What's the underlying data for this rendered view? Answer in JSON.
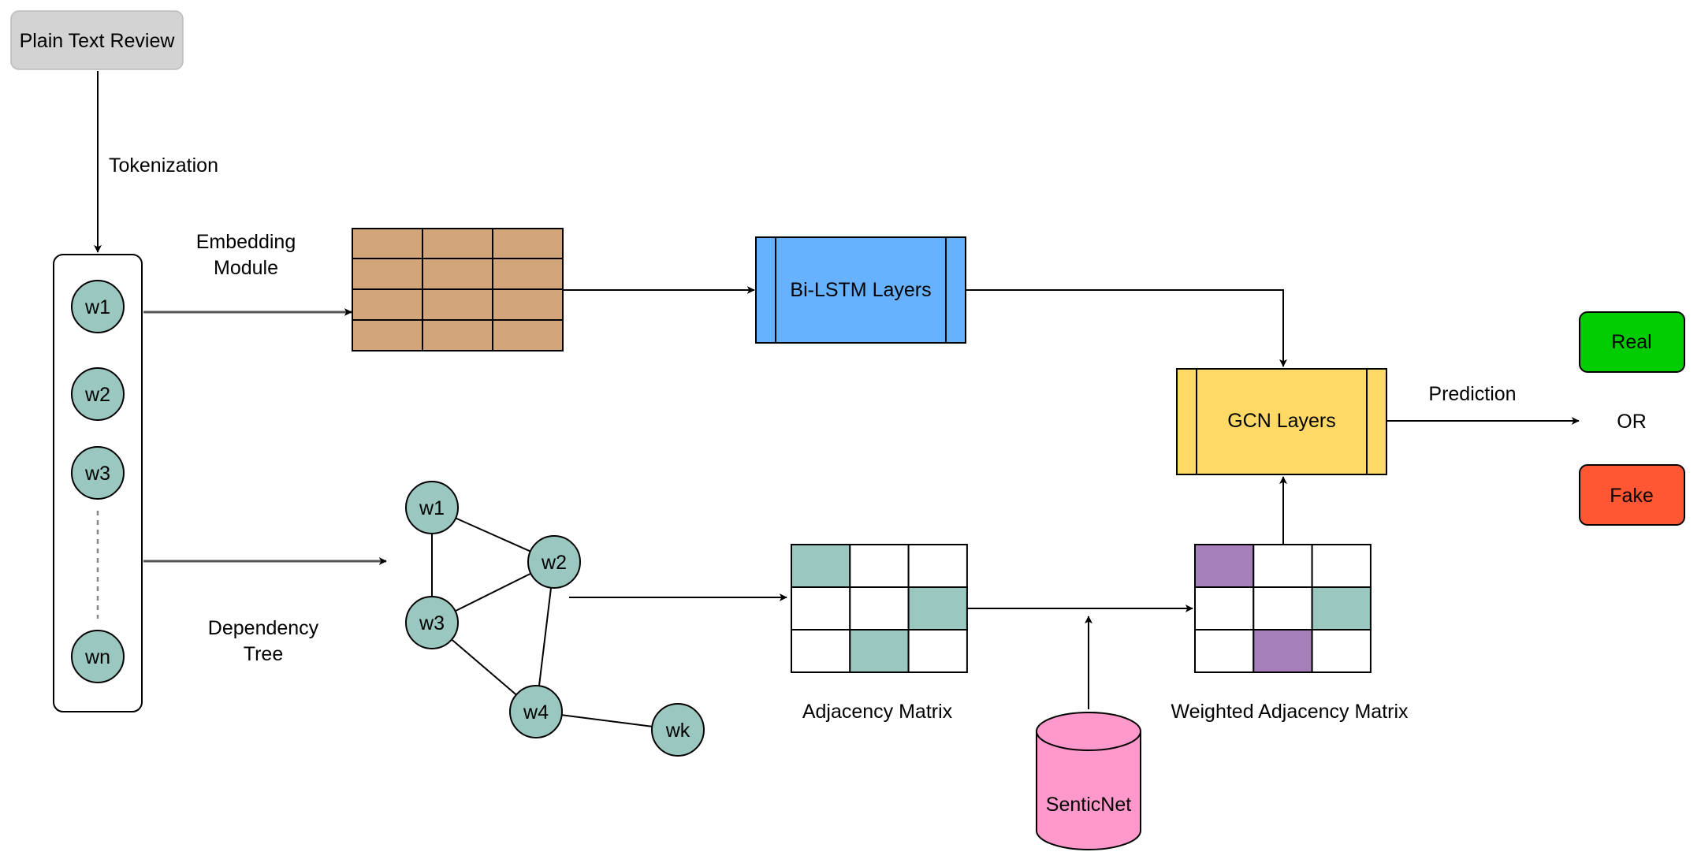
{
  "nodes": {
    "input": "Plain Text Review",
    "tokenization": "Tokenization",
    "embedding_label": [
      "Embedding",
      "Module"
    ],
    "dependency_label": [
      "Dependency",
      "Tree"
    ],
    "bilstm": "Bi-LSTM Layers",
    "gcn": "GCN Layers",
    "adjacency": "Adjacency Matrix",
    "weighted_adjacency": "Weighted Adjacency Matrix",
    "senticnet": "SenticNet",
    "prediction": "Prediction",
    "or": "OR",
    "real": "Real",
    "fake": "Fake"
  },
  "tokens": [
    "w1",
    "w2",
    "w3",
    "wn"
  ],
  "tree_nodes": [
    "w1",
    "w2",
    "w3",
    "w4",
    "wk"
  ],
  "tree_edges": [
    [
      "w1",
      "w2"
    ],
    [
      "w1",
      "w3"
    ],
    [
      "w3",
      "w2"
    ],
    [
      "w2",
      "w4"
    ],
    [
      "w3",
      "w4"
    ],
    [
      "w4",
      "wk"
    ]
  ],
  "adjacency_matrix": [
    [
      "teal",
      "white",
      "white"
    ],
    [
      "white",
      "white",
      "teal"
    ],
    [
      "white",
      "teal",
      "white"
    ]
  ],
  "weighted_adjacency_matrix": [
    [
      "purple",
      "white",
      "white"
    ],
    [
      "white",
      "white",
      "teal"
    ],
    [
      "white",
      "purple",
      "white"
    ]
  ],
  "colors": {
    "input_fill": "#d3d3d3",
    "embedding_fill": "#d3a57b",
    "bilstm_fill": "#66b2ff",
    "gcn_fill": "#ffd966",
    "senticnet_fill": "#ff99cc",
    "real_fill": "#00cc00",
    "fake_fill": "#ff5733",
    "token_fill": "#9ac8c0",
    "teal": "#9ac8c0",
    "purple": "#a680b8"
  }
}
